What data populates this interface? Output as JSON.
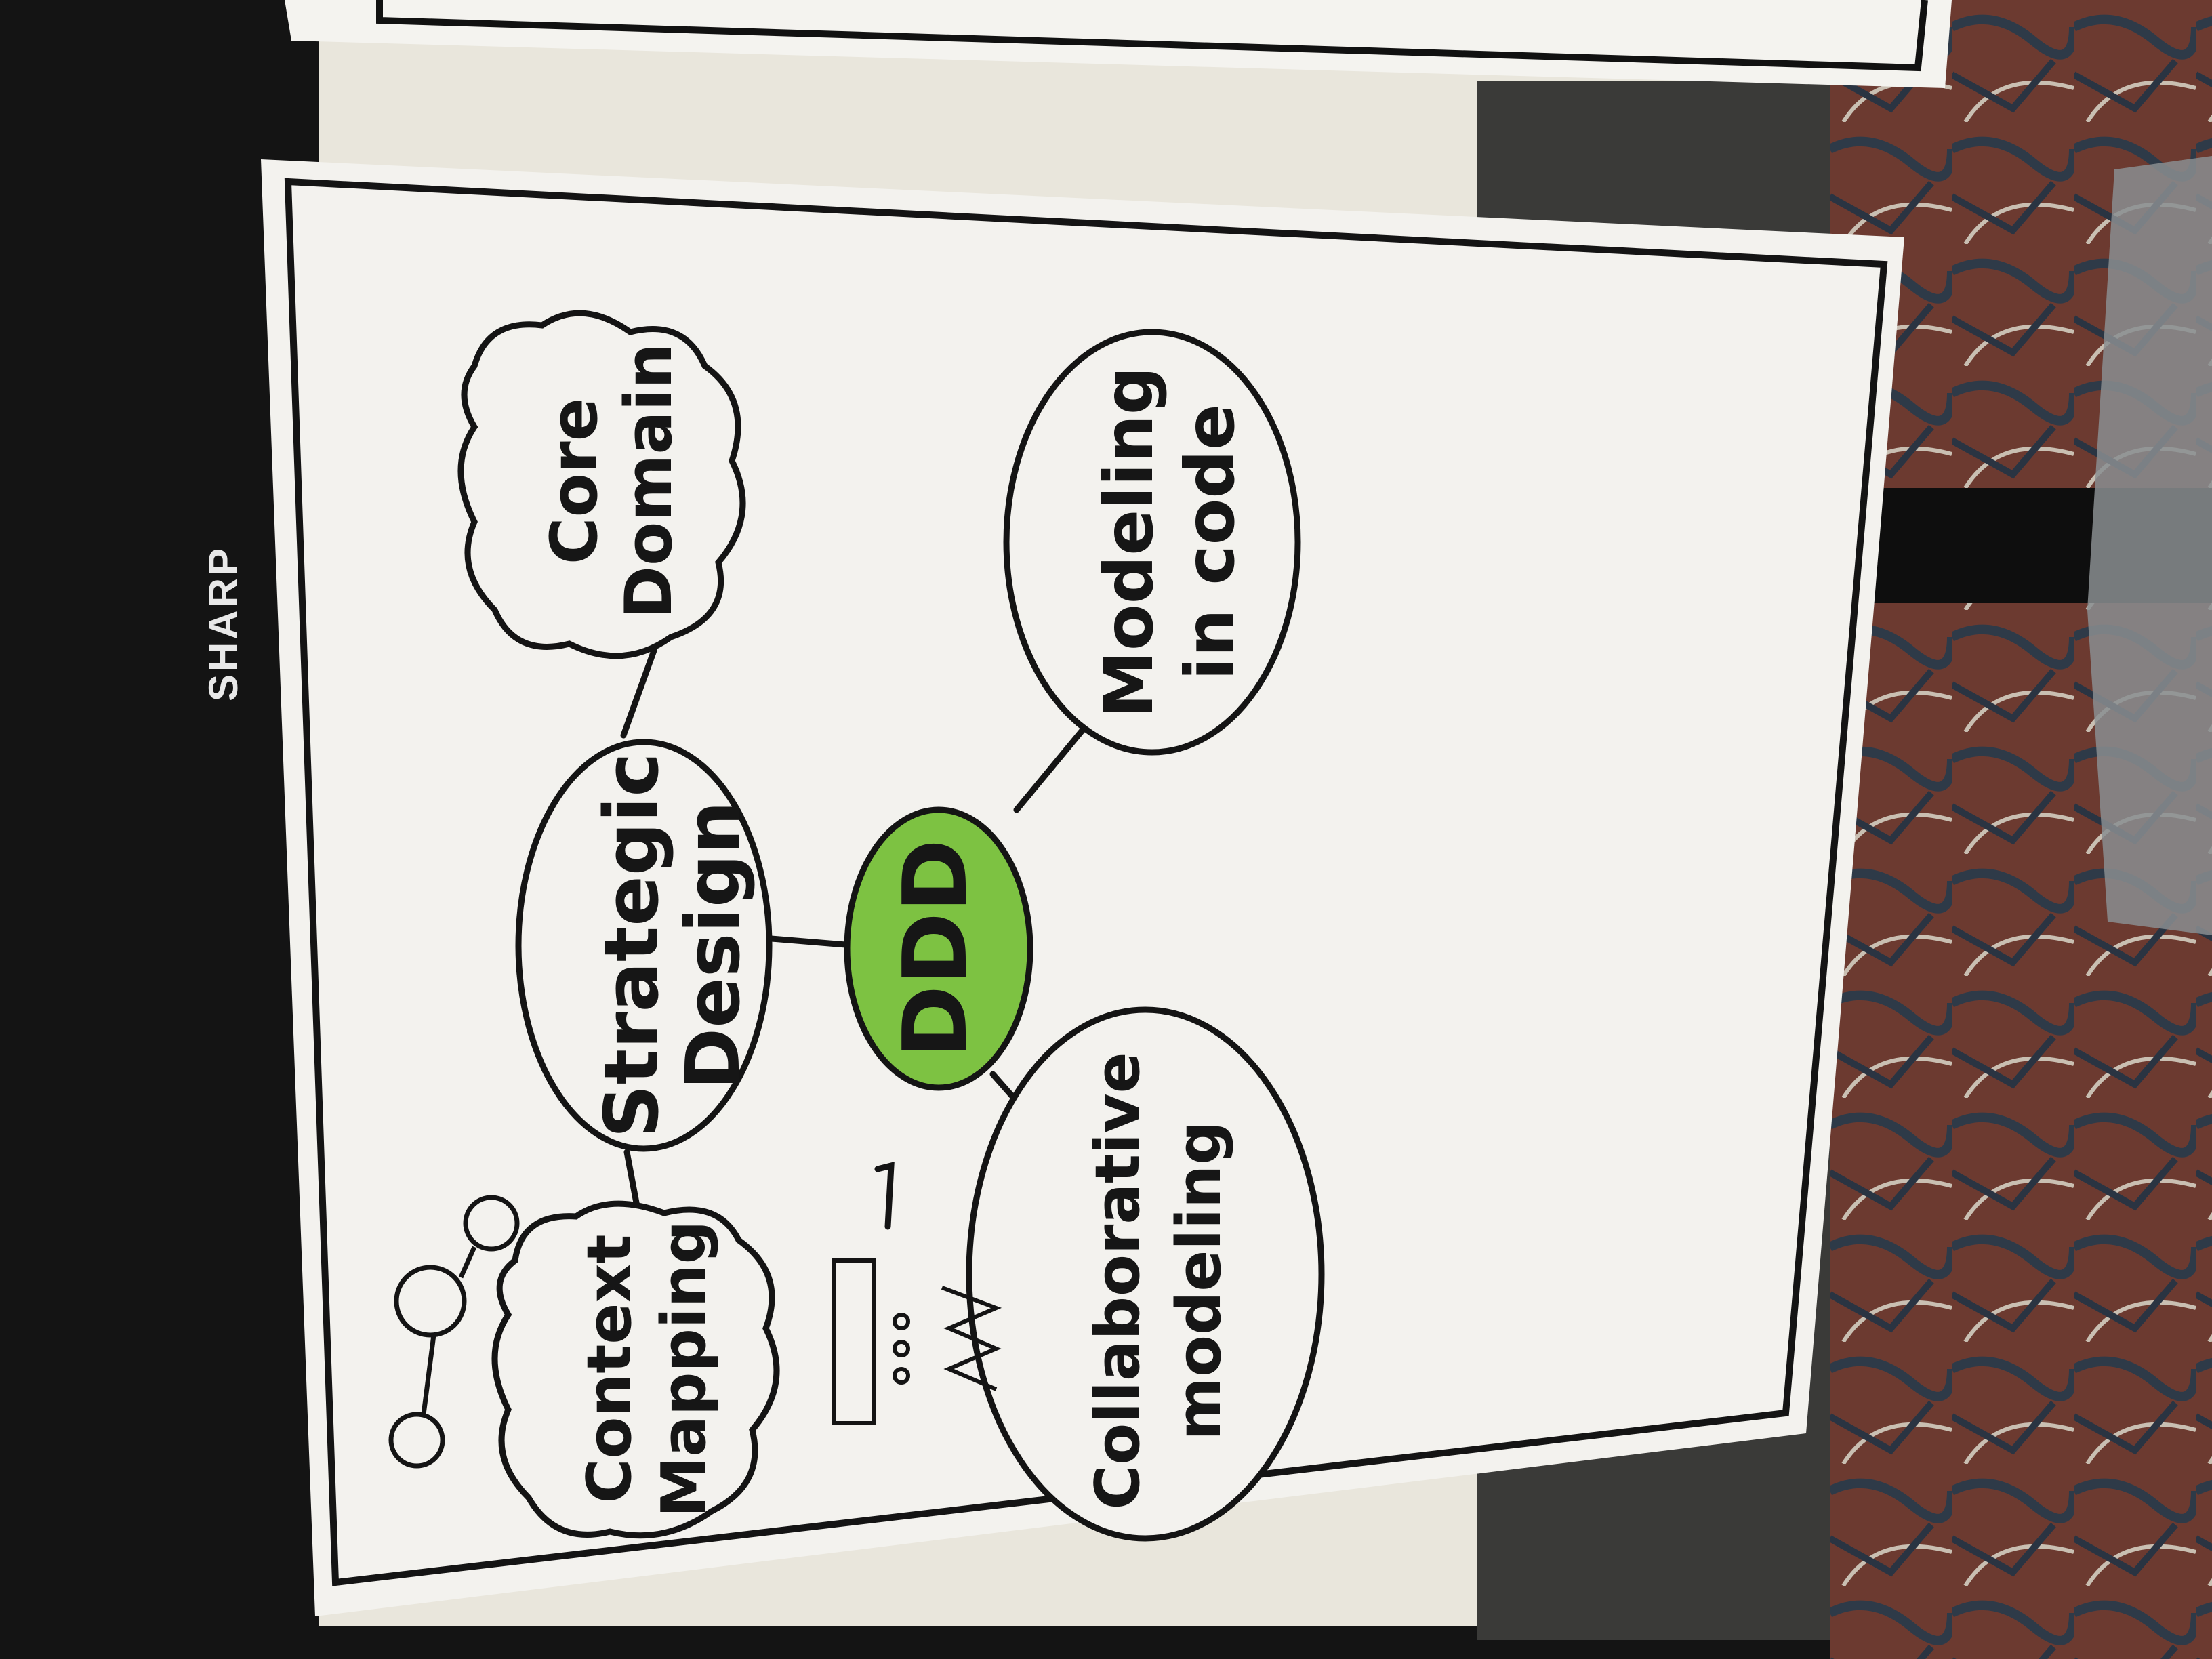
{
  "tv": {
    "brand": "SHARP"
  },
  "chart": {
    "center": "DDD",
    "nodes": {
      "strategic_design": [
        "Strategic",
        "Design"
      ],
      "core_domain": [
        "Core",
        "Domain"
      ],
      "context_mapping": [
        "Context",
        "Mapping"
      ],
      "collaborative_modeling": [
        "Collaborative",
        "modeling"
      ],
      "modeling_in_code": [
        "Modeling",
        "in code"
      ]
    }
  },
  "colors": {
    "ddd_fill": "#7dc242",
    "paper": "#f3f2ee",
    "ink": "#161616",
    "carpet": "#7a3a2e"
  }
}
